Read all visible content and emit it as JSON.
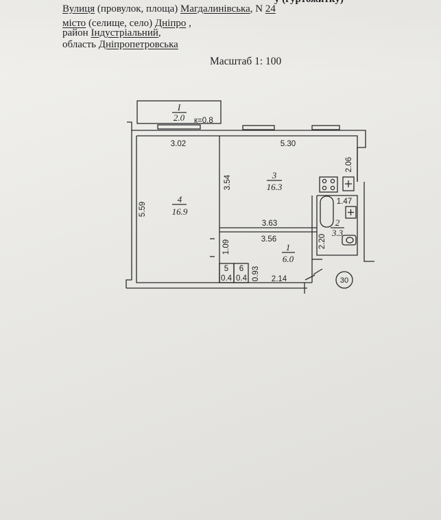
{
  "header": {
    "line0_cut": "у (гуртожитку)",
    "street_label": "Вулиця",
    "street_rest": " (провулок, площа) ",
    "street_value": "Магдалинівська",
    "house_prefix": ", N ",
    "house_number": "24",
    "city_label": "місто",
    "city_rest": " (селище, село) ",
    "city_value": "Дніпро",
    "city_suffix": " ,",
    "district_prefix": "район ",
    "district_value": "Індустріальний",
    "district_suffix": ",",
    "region_prefix": "область ",
    "region_value": "Дніпропетровська",
    "scale": "Масштаб 1: 100"
  },
  "plan": {
    "balcony": {
      "number": "I",
      "area": "2.0",
      "coef": "к=0.8"
    },
    "rooms": [
      {
        "number": "4",
        "area": "16.9"
      },
      {
        "number": "3",
        "area": "16.3"
      },
      {
        "number": "1",
        "area": "6.0"
      },
      {
        "number": "2",
        "area": "3.3"
      },
      {
        "number": "5",
        "area": "0.4"
      },
      {
        "number": "6",
        "area": "0.4"
      }
    ],
    "dimensions": {
      "room4_width": "3.02",
      "room4_length": "5.59",
      "room3_width_top": "5.30",
      "room3_depth": "3.54",
      "room3_width_bottom": "3.63",
      "kitchen_side": "2.06",
      "bath_width": "1.47",
      "bath_length": "2.20",
      "hall_width": "3.56",
      "hall_side": "1.09",
      "closet_depth": "0.93",
      "hall_bottom": "2.14"
    },
    "apartment_number": "30"
  }
}
